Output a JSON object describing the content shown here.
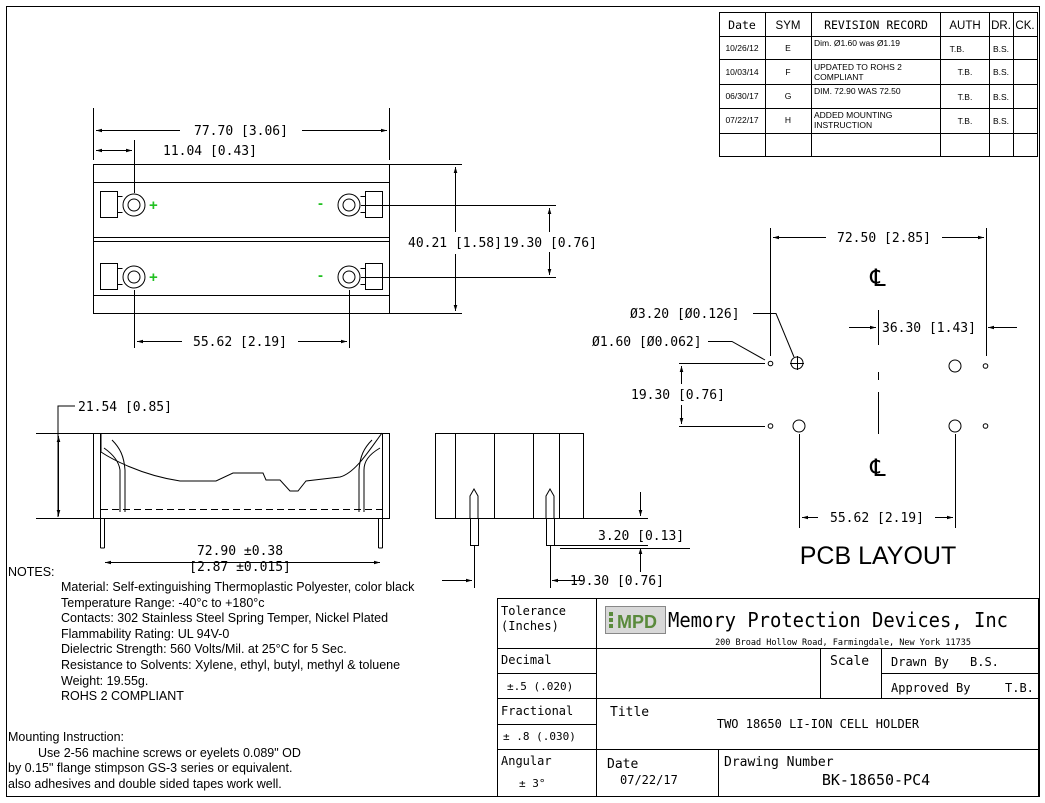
{
  "revision_table": {
    "headers": [
      "Date",
      "SYM",
      "REVISION RECORD",
      "AUTH",
      "DR.",
      "CK."
    ],
    "rows": [
      {
        "date": "10/26/12",
        "sym": "E",
        "desc": [
          "Dim. Ø1.60 was Ø1.19"
        ],
        "auth": "T.B.",
        "dr": "B.S.",
        "ck": ""
      },
      {
        "date": "10/03/14",
        "sym": "F",
        "desc": [
          "UPDATED TO ROHS 2",
          "COMPLIANT"
        ],
        "auth": "T.B.",
        "dr": "B.S.",
        "ck": ""
      },
      {
        "date": "06/30/17",
        "sym": "G",
        "desc": [
          "DIM. 72.90 WAS 72.50"
        ],
        "auth": "T.B.",
        "dr": "B.S.",
        "ck": ""
      },
      {
        "date": "07/22/17",
        "sym": "H",
        "desc": [
          "ADDED MOUNTING",
          "INSTRUCTION"
        ],
        "auth": "T.B.",
        "dr": "B.S.",
        "ck": ""
      }
    ]
  },
  "top_view": {
    "dim_overall_width": "77.70 [3.06]",
    "dim_offset": "11.04 [0.43]",
    "dim_overall_height": "40.21 [1.58]",
    "dim_cell_pitch": "19.30 [0.76]",
    "dim_hole_spacing": "55.62 [2.19]",
    "plus_sign": "+",
    "minus_sign": "-"
  },
  "side_view": {
    "dim_height": "21.54 [0.85]",
    "dim_pin_spacing_line1": "72.90 ±0.38",
    "dim_pin_spacing_line2": "[2.87 ±0.015]"
  },
  "end_view": {
    "dim_pin_length": "3.20 [0.13]",
    "dim_pin_pitch": "19.30 [0.76]"
  },
  "pcb_layout": {
    "title": "PCB LAYOUT",
    "dim_width": "72.50 [2.85]",
    "dim_half_height": "36.30 [1.43]",
    "dim_big_hole": "Ø3.20 [Ø0.126]",
    "dim_small_hole": "Ø1.60 [Ø0.062]",
    "dim_row_pitch": "19.30 [0.76]",
    "dim_hole_spacing": "55.62 [2.19]",
    "centerline_symbol": "℄"
  },
  "notes": {
    "heading": "NOTES:",
    "items": [
      "Material: Self-extinguishing Thermoplastic Polyester, color black",
      "Temperature Range: -40°c to +180°c",
      "Contacts: 302 Stainless Steel Spring Temper, Nickel Plated",
      "Flammability Rating: UL 94V-0",
      "Dielectric Strength: 560 Volts/Mil. at 25°C for 5 Sec.",
      "Resistance to Solvents: Xylene, ethyl, butyl, methyl & toluene",
      "Weight: 19.55g.",
      "ROHS 2 COMPLIANT"
    ],
    "mounting_heading": "Mounting Instruction:",
    "mounting_lines": [
      "Use 2-56 machine screws or eyelets 0.089\" OD",
      "by 0.15\" flange stimpson GS-3 series or equivalent.",
      "also adhesives and double sided tapes work well."
    ]
  },
  "title_block": {
    "tolerance_label": "Tolerance",
    "tolerance_units": "(Inches)",
    "logo_text": "MPD",
    "company": "Memory Protection Devices, Inc",
    "address": "200 Broad Hollow Road, Farmingdale, New York 11735",
    "decimal_label": "Decimal",
    "decimal_value": "±.5 (.020)",
    "scale_label": "Scale",
    "drawn_by_label": "Drawn By",
    "drawn_by": "B.S.",
    "approved_by_label": "Approved By",
    "approved_by": "T.B.",
    "fractional_label": "Fractional",
    "fractional_value": "± .8 (.030)",
    "title_label": "Title",
    "title": "TWO 18650 LI-ION CELL HOLDER",
    "angular_label": "Angular",
    "angular_value": "± 3°",
    "date_label": "Date",
    "date": "07/22/17",
    "drawing_number_label": "Drawing Number",
    "drawing_number": "BK-18650-PC4"
  },
  "colors": {
    "polarity": "#22c022",
    "ink": "#000000",
    "logo_green": "#5a8a3c",
    "logo_bg": "#d8d8d8"
  }
}
